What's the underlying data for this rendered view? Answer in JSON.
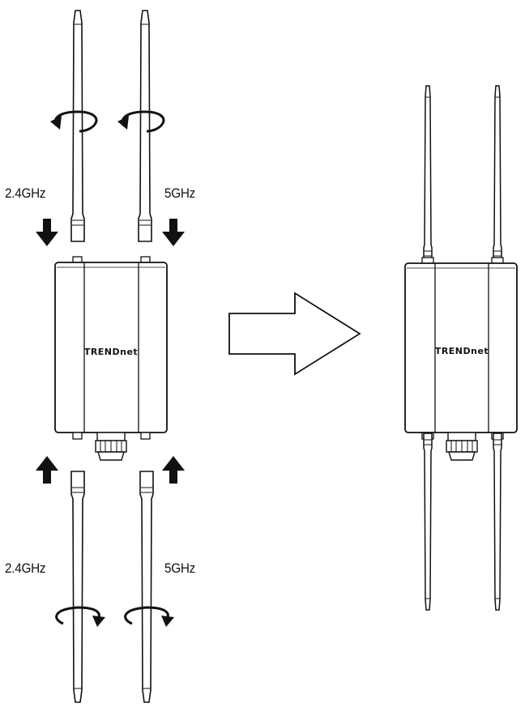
{
  "labels": {
    "top_left": "2.4GHz",
    "top_right": "5GHz",
    "bottom_left": "2.4GHz",
    "bottom_right": "5GHz"
  },
  "brand": "TRENDnet",
  "colors": {
    "line": "#111111",
    "fill": "#ffffff"
  }
}
